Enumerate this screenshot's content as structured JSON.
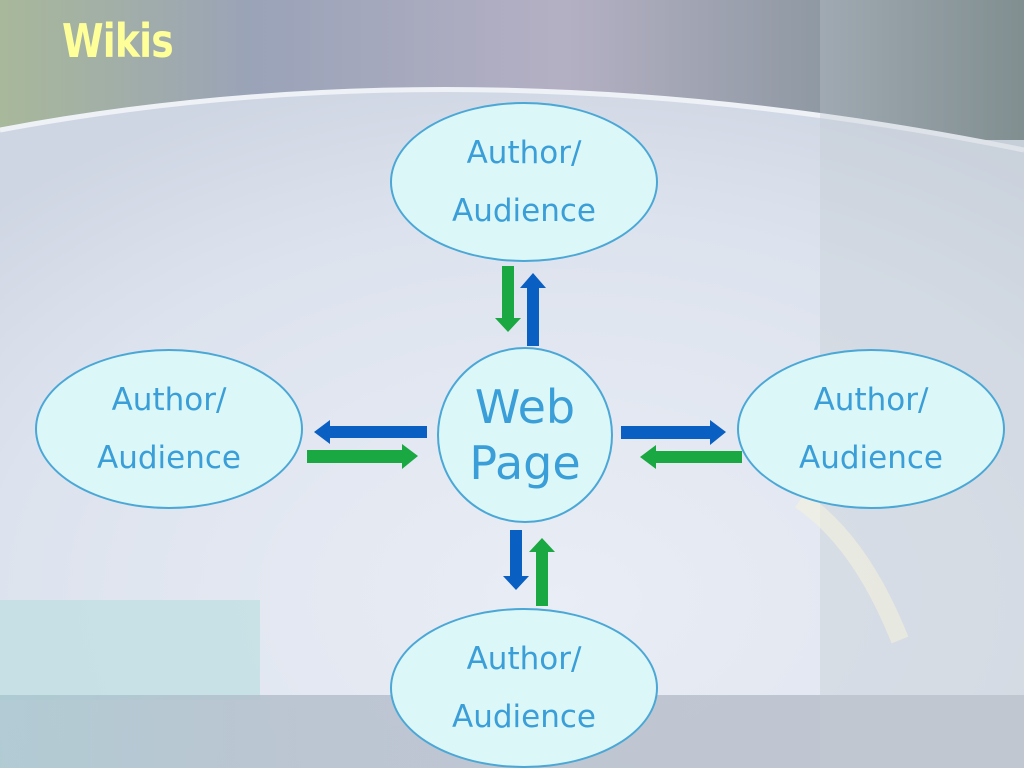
{
  "slide": {
    "title": "Wikis"
  },
  "diagram": {
    "center": {
      "line1": "Web",
      "line2": "Page"
    },
    "nodes": {
      "top": {
        "line1": "Author/",
        "line2": "Audience"
      },
      "left": {
        "line1": "Author/",
        "line2": "Audience"
      },
      "right": {
        "line1": "Author/",
        "line2": "Audience"
      },
      "bottom": {
        "line1": "Author/",
        "line2": "Audience"
      }
    },
    "colors": {
      "node_fill": "#dcf7f7",
      "node_border": "#4aa7d6",
      "node_text": "#3a9ed8",
      "arrow_blue": "#0a5fc2",
      "arrow_green": "#1aa843",
      "title": "#ffff99"
    }
  }
}
